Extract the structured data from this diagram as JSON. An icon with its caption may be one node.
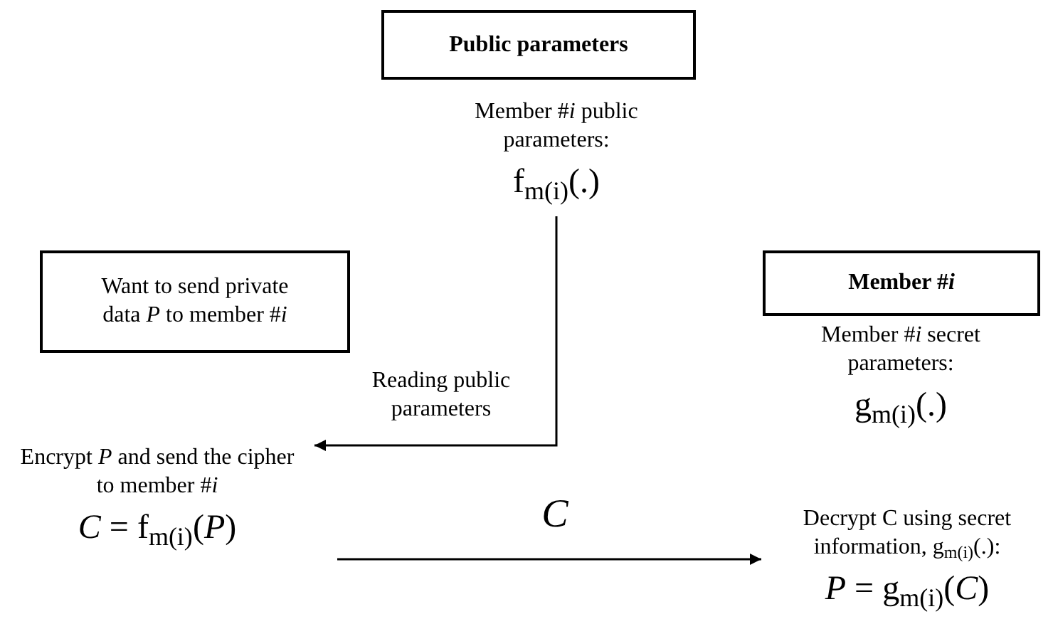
{
  "diagram": {
    "nodes": [
      {
        "text": [
          "Public parameters"
        ]
      },
      {
        "text": [
          "Member #*i* public parameters:",
          "f$_{m(i)}$(.)"
        ]
      },
      {
        "text": [
          "Want to send private data *P* to member #*i*"
        ]
      },
      {
        "text": [
          "Member #*i*"
        ],
        "beside": [
          "Member #*i* secret parameters:",
          "g$_{m(i)}$(.)"
        ]
      },
      {
        "text": [
          "Encrypt *P* and send the cipher to member #*i*",
          "*C* = f$_{m(i)}$(*P*)"
        ]
      },
      {
        "text": [
          "Decrypt C using secret information, g$_{m(i)}$(.):",
          "*P* = g$_{m(i)}$(*C*)"
        ]
      }
    ],
    "edges": [
      {
        "from": 1,
        "to": 4,
        "arrow": "to",
        "label": "Reading public parameters"
      },
      {
        "from": 4,
        "to": 5,
        "arrow": "to",
        "label": "C"
      }
    ]
  }
}
